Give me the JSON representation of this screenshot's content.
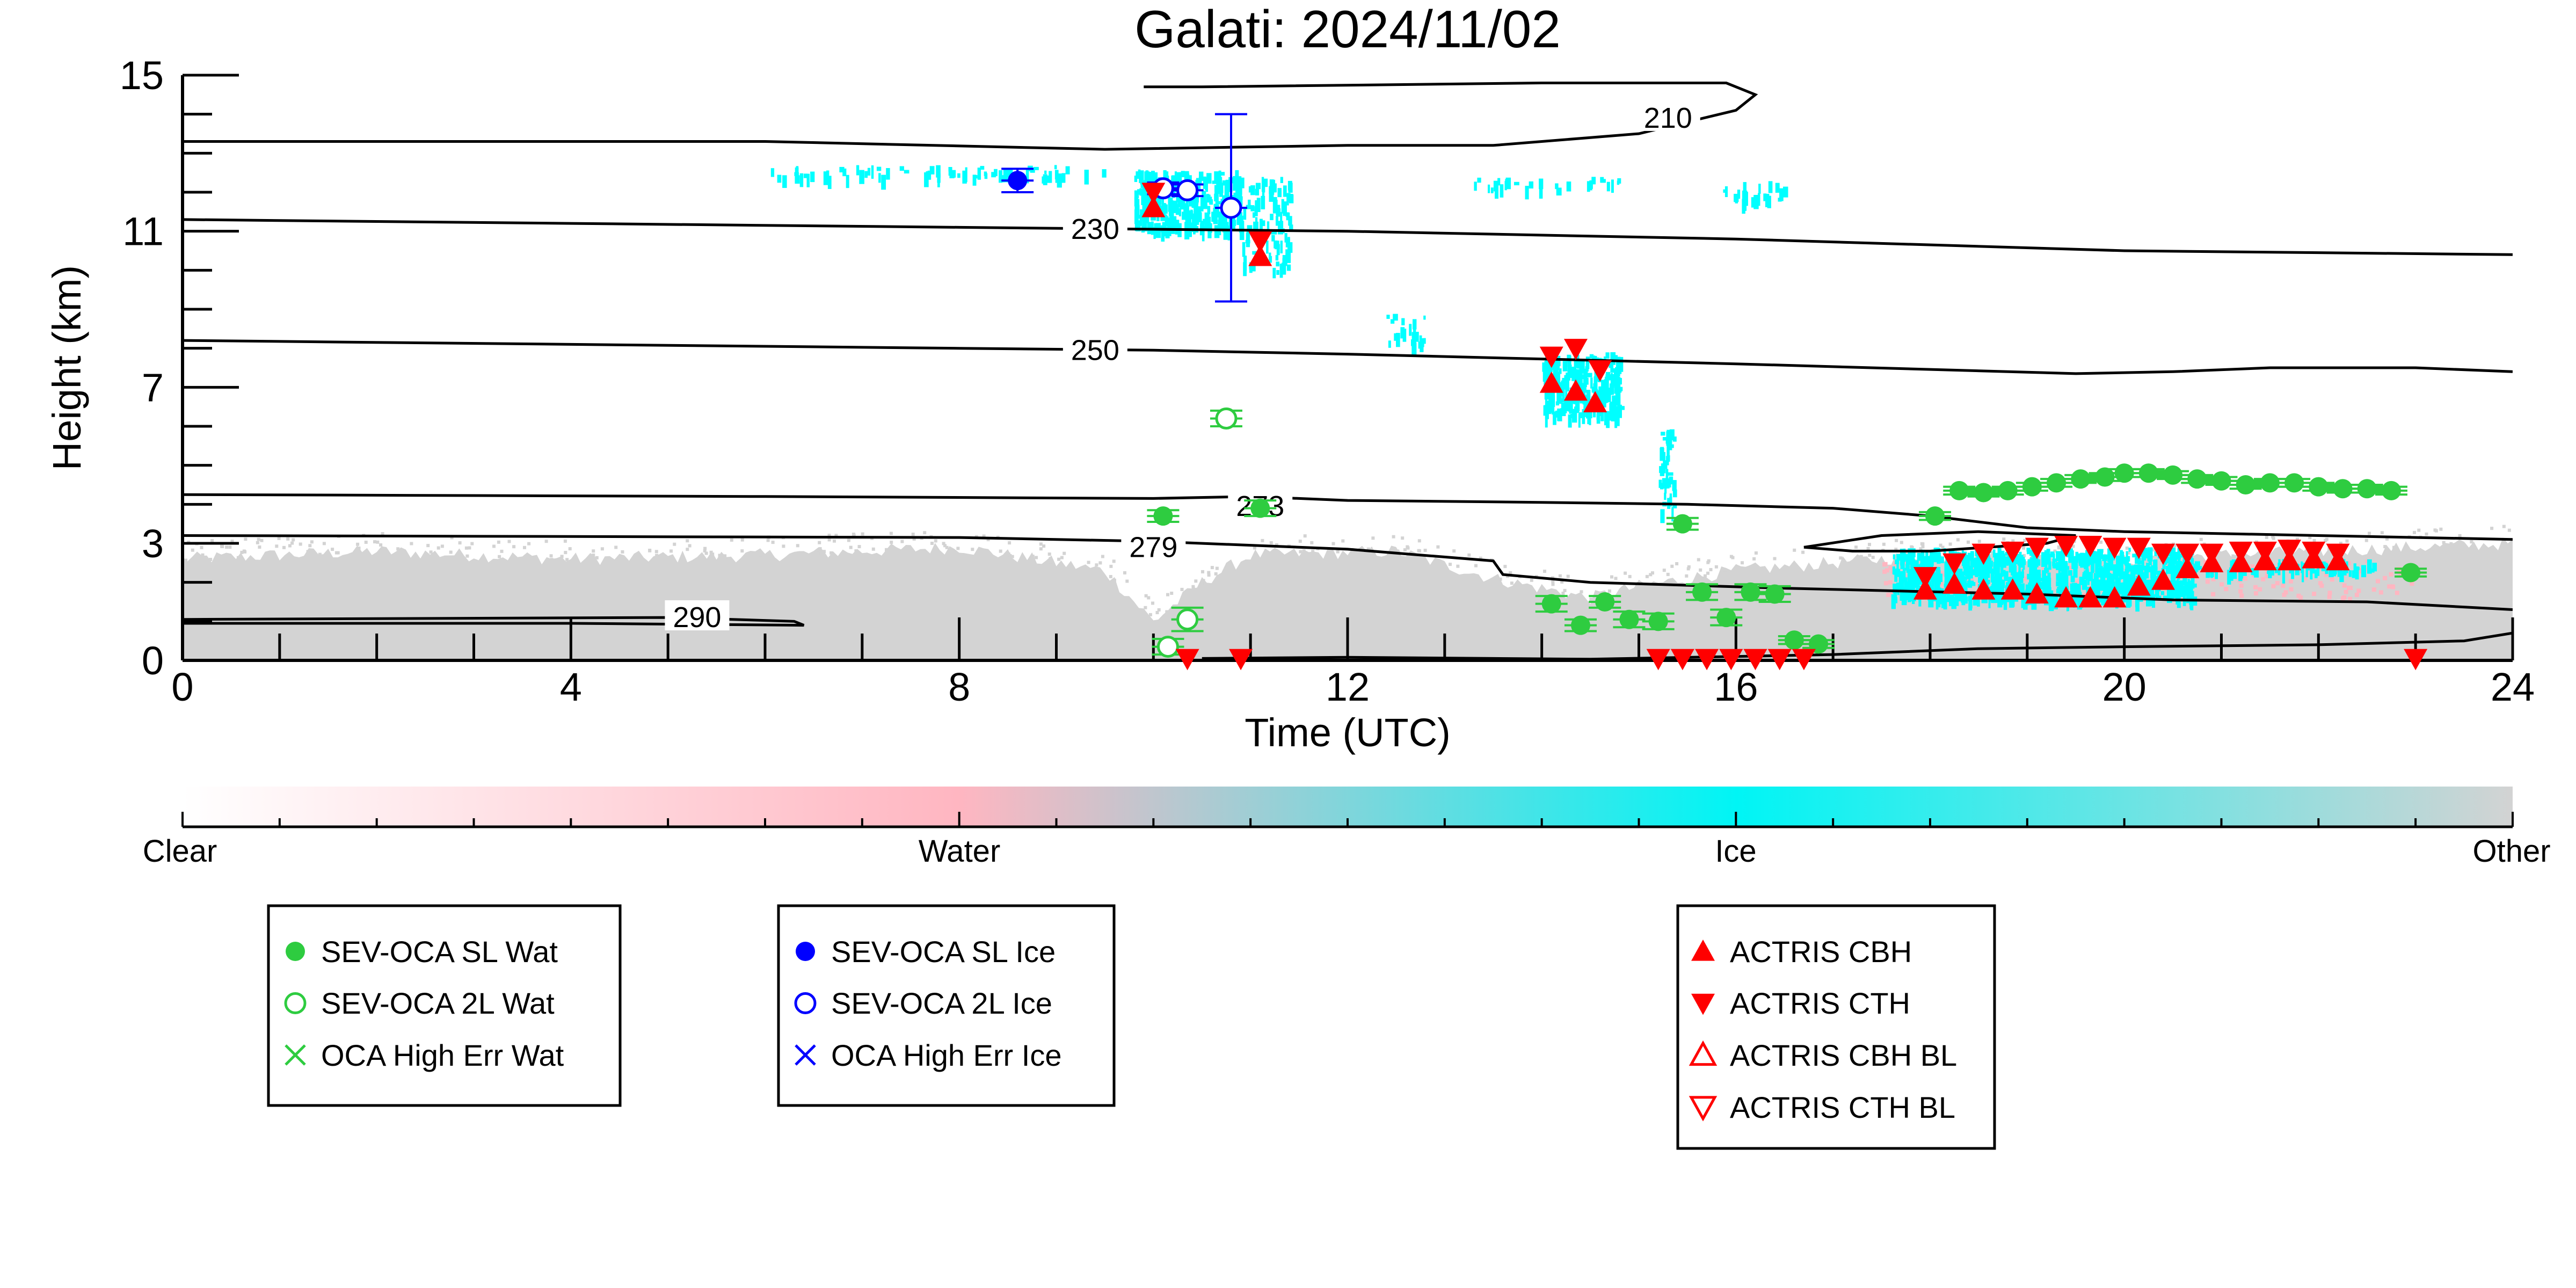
{
  "chart_data": {
    "type": "scatter",
    "title": "Galati: 2024/11/02",
    "xlabel": "Time (UTC)",
    "ylabel": "Height (km)",
    "xlim": [
      0,
      24
    ],
    "ylim": [
      0,
      15
    ],
    "x_ticks": [
      "0",
      "4",
      "8",
      "12",
      "16",
      "20",
      "24"
    ],
    "y_ticks": [
      "0",
      "3",
      "7",
      "11",
      "15"
    ],
    "grid": false,
    "colors": {
      "water_fill": "#2ecc40",
      "ice_fill": "#0000ff",
      "actris": "#ff0000",
      "ice_mask": "#00ffff",
      "water_mask": "#ffb6c1",
      "other_mask": "#d3d3d3"
    },
    "colorbar": {
      "labels": [
        "Clear",
        "Water",
        "Ice",
        "Other"
      ],
      "stops": [
        "#ffffff",
        "#ffb6c1",
        "#00f5f5",
        "#d3d3d3"
      ]
    },
    "contours": [
      {
        "label": "210",
        "points": [
          [
            0,
            13.3
          ],
          [
            6,
            13.3
          ],
          [
            9.5,
            13.1
          ],
          [
            12,
            13.2
          ],
          [
            13.5,
            13.2
          ],
          [
            15,
            13.5
          ],
          [
            16,
            14.1
          ],
          [
            16.2,
            14.5
          ],
          [
            15.9,
            14.8
          ],
          [
            14,
            14.8
          ],
          [
            10.5,
            14.7
          ],
          [
            9.9,
            14.7
          ]
        ],
        "label_pos": [
          15.3,
          13.9
        ]
      },
      {
        "label": "230",
        "points": [
          [
            0,
            11.3
          ],
          [
            4,
            11.2
          ],
          [
            8,
            11.1
          ],
          [
            10,
            11.05
          ],
          [
            12,
            11.0
          ],
          [
            16,
            10.8
          ],
          [
            20,
            10.5
          ],
          [
            24,
            10.4
          ]
        ],
        "label_pos": [
          9.4,
          11.05
        ]
      },
      {
        "label": "250",
        "points": [
          [
            0,
            8.2
          ],
          [
            4,
            8.1
          ],
          [
            8,
            8.0
          ],
          [
            10,
            7.95
          ],
          [
            12,
            7.85
          ],
          [
            16,
            7.6
          ],
          [
            19.5,
            7.35
          ],
          [
            20.5,
            7.4
          ],
          [
            21.5,
            7.5
          ],
          [
            23,
            7.5
          ],
          [
            24,
            7.4
          ]
        ],
        "label_pos": [
          9.4,
          7.95
        ]
      },
      {
        "label": "273",
        "points": [
          [
            0,
            4.25
          ],
          [
            6,
            4.2
          ],
          [
            10,
            4.15
          ],
          [
            11,
            4.2
          ],
          [
            12,
            4.1
          ],
          [
            14,
            4.05
          ],
          [
            15.5,
            4.0
          ],
          [
            17,
            3.9
          ],
          [
            18,
            3.7
          ],
          [
            19,
            3.4
          ],
          [
            20,
            3.3
          ],
          [
            22,
            3.2
          ],
          [
            24,
            3.1
          ]
        ],
        "label_pos": [
          11.1,
          3.95
        ]
      },
      {
        "label": "279",
        "points": [
          [
            0,
            3.2
          ],
          [
            8,
            3.15
          ],
          [
            10,
            3.05
          ],
          [
            12,
            2.85
          ],
          [
            13.5,
            2.55
          ],
          [
            13.6,
            2.2
          ],
          [
            14.5,
            2.0
          ],
          [
            16.5,
            1.85
          ],
          [
            19,
            1.7
          ],
          [
            20.5,
            1.55
          ],
          [
            22.5,
            1.5
          ],
          [
            24,
            1.3
          ]
        ],
        "label_pos": [
          10.0,
          2.9
        ]
      },
      {
        "label": "290",
        "points": [
          [
            0,
            1.05
          ],
          [
            5,
            1.1
          ],
          [
            6.3,
            1.0
          ],
          [
            6.4,
            0.9
          ],
          [
            4,
            0.95
          ],
          [
            0,
            0.95
          ]
        ],
        "label_pos": [
          5.3,
          1.1
        ]
      },
      {
        "label": "",
        "points": [
          [
            16.7,
            2.9
          ],
          [
            17.5,
            3.2
          ],
          [
            18.5,
            3.3
          ],
          [
            19.5,
            3.2
          ],
          [
            19.2,
            3.0
          ],
          [
            18,
            2.8
          ],
          [
            17.2,
            2.8
          ],
          [
            16.7,
            2.9
          ]
        ],
        "label_pos": null
      },
      {
        "label": "",
        "points": [
          [
            10.5,
            0.05
          ],
          [
            12,
            0.08
          ],
          [
            13.5,
            0.05
          ],
          [
            14.5,
            0.03
          ],
          [
            16,
            0.1
          ],
          [
            17,
            0.15
          ],
          [
            18.5,
            0.3
          ],
          [
            20,
            0.35
          ],
          [
            22,
            0.4
          ],
          [
            23.5,
            0.5
          ],
          [
            24,
            0.7
          ]
        ],
        "label_pos": null
      }
    ],
    "series": [
      {
        "name": "SEV-OCA SL Wat",
        "marker": "filled-circle",
        "color": "#2ecc40",
        "points": [
          [
            10.1,
            3.7,
            0.15
          ],
          [
            11.1,
            3.9,
            0.2
          ],
          [
            14.1,
            1.45,
            0.2
          ],
          [
            14.4,
            0.9,
            0.15
          ],
          [
            14.65,
            1.5,
            0.15
          ],
          [
            14.9,
            1.05,
            0.2
          ],
          [
            15.2,
            1.0,
            0.2
          ],
          [
            15.45,
            3.5,
            0.15
          ],
          [
            15.65,
            1.75,
            0.2
          ],
          [
            15.9,
            1.1,
            0.2
          ],
          [
            16.15,
            1.75,
            0.2
          ],
          [
            16.4,
            1.7,
            0.2
          ],
          [
            16.6,
            0.52,
            0.1
          ],
          [
            16.85,
            0.42,
            0.1
          ],
          [
            18.05,
            3.7,
            0.1
          ],
          [
            18.3,
            4.35,
            0.1
          ],
          [
            18.55,
            4.3,
            0.1
          ],
          [
            18.8,
            4.35,
            0.1
          ],
          [
            19.05,
            4.45,
            0.1
          ],
          [
            19.3,
            4.55,
            0.1
          ],
          [
            19.55,
            4.65,
            0.1
          ],
          [
            19.8,
            4.7,
            0.1
          ],
          [
            20.0,
            4.8,
            0.1
          ],
          [
            20.25,
            4.8,
            0.1
          ],
          [
            20.5,
            4.75,
            0.1
          ],
          [
            20.75,
            4.65,
            0.1
          ],
          [
            21.0,
            4.6,
            0.1
          ],
          [
            21.25,
            4.5,
            0.1
          ],
          [
            21.5,
            4.55,
            0.1
          ],
          [
            21.75,
            4.55,
            0.1
          ],
          [
            22.0,
            4.45,
            0.1
          ],
          [
            22.25,
            4.4,
            0.1
          ],
          [
            22.5,
            4.4,
            0.1
          ],
          [
            22.75,
            4.35,
            0.1
          ],
          [
            22.95,
            2.25,
            0.1
          ]
        ]
      },
      {
        "name": "SEV-OCA 2L Wat",
        "marker": "open-circle",
        "color": "#2ecc40",
        "points": [
          [
            10.15,
            0.35,
            0.2
          ],
          [
            10.35,
            1.05,
            0.3
          ],
          [
            10.75,
            6.2,
            0.2
          ]
        ]
      },
      {
        "name": "SEV-OCA SL Ice",
        "marker": "filled-circle",
        "color": "#0000ff",
        "points": [
          [
            8.6,
            12.3,
            0.3
          ]
        ]
      },
      {
        "name": "SEV-OCA 2L Ice",
        "marker": "open-circle",
        "color": "#0000ff",
        "points": [
          [
            10.1,
            12.1,
            0.15
          ],
          [
            10.35,
            12.05,
            0.15
          ],
          [
            10.8,
            11.6,
            2.4
          ]
        ]
      },
      {
        "name": "ACTRIS CBH",
        "marker": "triangle-up",
        "color": "#ff0000",
        "points": [
          [
            10.0,
            11.6
          ],
          [
            11.1,
            10.35
          ],
          [
            14.1,
            7.1
          ],
          [
            14.35,
            6.9
          ],
          [
            14.55,
            6.6
          ],
          [
            17.95,
            1.8
          ],
          [
            18.25,
            1.95
          ],
          [
            18.55,
            1.8
          ],
          [
            18.85,
            1.8
          ],
          [
            19.1,
            1.7
          ],
          [
            19.4,
            1.6
          ],
          [
            19.65,
            1.6
          ],
          [
            19.9,
            1.6
          ],
          [
            20.15,
            1.9
          ],
          [
            20.4,
            2.05
          ],
          [
            20.65,
            2.35
          ],
          [
            20.9,
            2.5
          ],
          [
            21.2,
            2.5
          ],
          [
            21.45,
            2.55
          ],
          [
            21.7,
            2.55
          ],
          [
            21.95,
            2.6
          ],
          [
            22.2,
            2.55
          ]
        ]
      },
      {
        "name": "ACTRIS CTH",
        "marker": "triangle-down",
        "color": "#ff0000",
        "points": [
          [
            10.0,
            12.0
          ],
          [
            11.1,
            10.75
          ],
          [
            14.1,
            7.8
          ],
          [
            14.35,
            8.0
          ],
          [
            14.6,
            7.45
          ],
          [
            10.35,
            0.05
          ],
          [
            10.9,
            0.05
          ],
          [
            15.2,
            0.05
          ],
          [
            15.45,
            0.05
          ],
          [
            15.7,
            0.05
          ],
          [
            15.95,
            0.05
          ],
          [
            16.2,
            0.05
          ],
          [
            16.45,
            0.05
          ],
          [
            16.7,
            0.05
          ],
          [
            17.95,
            2.15
          ],
          [
            18.25,
            2.5
          ],
          [
            18.55,
            2.75
          ],
          [
            18.85,
            2.8
          ],
          [
            19.1,
            2.9
          ],
          [
            19.4,
            2.95
          ],
          [
            19.65,
            2.95
          ],
          [
            19.9,
            2.9
          ],
          [
            20.15,
            2.9
          ],
          [
            20.4,
            2.75
          ],
          [
            20.65,
            2.75
          ],
          [
            20.9,
            2.75
          ],
          [
            21.2,
            2.8
          ],
          [
            21.45,
            2.8
          ],
          [
            21.7,
            2.85
          ],
          [
            21.95,
            2.8
          ],
          [
            22.2,
            2.75
          ],
          [
            23.0,
            0.05
          ]
        ]
      }
    ],
    "cloud_mask": {
      "other_profile": [
        [
          0,
          2.6
        ],
        [
          2,
          2.8
        ],
        [
          4,
          2.6
        ],
        [
          6,
          2.7
        ],
        [
          8,
          2.9
        ],
        [
          9.5,
          2.3
        ],
        [
          10,
          1.0
        ],
        [
          10.5,
          2.0
        ],
        [
          11,
          2.7
        ],
        [
          12.5,
          2.8
        ],
        [
          13.5,
          2.1
        ],
        [
          14.5,
          1.6
        ],
        [
          15,
          1.9
        ],
        [
          16,
          2.3
        ],
        [
          17,
          2.5
        ],
        [
          18,
          2.7
        ],
        [
          20,
          2.6
        ],
        [
          22,
          2.8
        ],
        [
          24,
          3.0
        ]
      ],
      "ice_regions": [
        {
          "x": [
            6.0,
            9.5
          ],
          "y": [
            12.4,
            12.7
          ],
          "density": 0.25
        },
        {
          "x": [
            9.8,
            10.9
          ],
          "y": [
            11.1,
            12.6
          ],
          "density": 0.7
        },
        {
          "x": [
            10.9,
            11.4
          ],
          "y": [
            10.0,
            12.4
          ],
          "density": 0.3
        },
        {
          "x": [
            12.4,
            12.8
          ],
          "y": [
            8.1,
            8.9
          ],
          "density": 0.2
        },
        {
          "x": [
            14.0,
            14.8
          ],
          "y": [
            6.3,
            7.9
          ],
          "density": 0.8
        },
        {
          "x": [
            15.2,
            15.35
          ],
          "y": [
            3.8,
            6.0
          ],
          "density": 0.4
        },
        {
          "x": [
            17.6,
            20.7
          ],
          "y": [
            1.6,
            2.9
          ],
          "density": 0.9
        },
        {
          "x": [
            20.5,
            22.6
          ],
          "y": [
            2.3,
            2.6
          ],
          "density": 0.5
        },
        {
          "x": [
            13.3,
            14.8
          ],
          "y": [
            12.1,
            12.4
          ],
          "density": 0.2
        },
        {
          "x": [
            15.8,
            16.5
          ],
          "y": [
            11.8,
            12.3
          ],
          "density": 0.2
        }
      ],
      "water_regions": [
        {
          "x": [
            17.5,
            23.0
          ],
          "y": [
            1.6,
            2.6
          ],
          "density": 0.35
        }
      ]
    }
  },
  "legends": [
    {
      "entries": [
        {
          "label": "SEV-OCA SL Wat",
          "marker": "filled-circle",
          "color": "#2ecc40"
        },
        {
          "label": "SEV-OCA 2L Wat",
          "marker": "open-circle",
          "color": "#2ecc40"
        },
        {
          "label": "OCA High Err Wat",
          "marker": "x",
          "color": "#2ecc40"
        }
      ]
    },
    {
      "entries": [
        {
          "label": "SEV-OCA SL Ice",
          "marker": "filled-circle",
          "color": "#0000ff"
        },
        {
          "label": "SEV-OCA 2L Ice",
          "marker": "open-circle",
          "color": "#0000ff"
        },
        {
          "label": "OCA High Err Ice",
          "marker": "x",
          "color": "#0000ff"
        }
      ]
    },
    {
      "entries": [
        {
          "label": "ACTRIS CBH",
          "marker": "triangle-up",
          "color": "#ff0000"
        },
        {
          "label": "ACTRIS CTH",
          "marker": "triangle-down",
          "color": "#ff0000"
        },
        {
          "label": "ACTRIS CBH BL",
          "marker": "open-triangle-up",
          "color": "#ff0000"
        },
        {
          "label": "ACTRIS CTH BL",
          "marker": "open-triangle-down",
          "color": "#ff0000"
        }
      ]
    }
  ]
}
